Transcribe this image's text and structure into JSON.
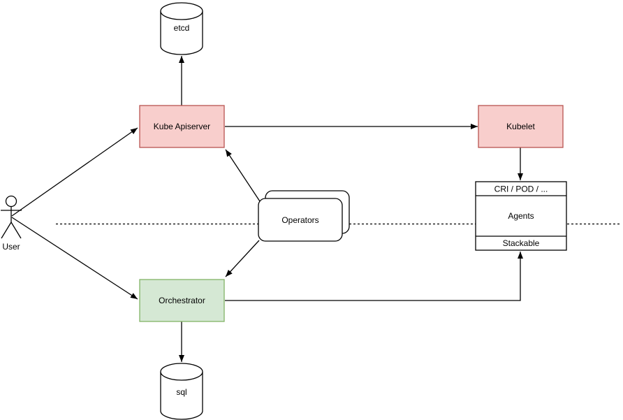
{
  "diagram": {
    "kind": "architecture-flow-diagram",
    "nodes": {
      "etcd": {
        "label": "etcd",
        "shape": "database-cylinder",
        "fill": "#ffffff",
        "stroke": "#000000"
      },
      "kube_apiserver": {
        "label": "Kube Apiserver",
        "shape": "rectangle",
        "fill": "#f8cecc",
        "stroke": "#b85450"
      },
      "kubelet": {
        "label": "Kubelet",
        "shape": "rectangle",
        "fill": "#f8cecc",
        "stroke": "#b85450"
      },
      "agents": {
        "header": "CRI / POD / ...",
        "body": "Agents",
        "footer": "Stackable",
        "shape": "three-section-box",
        "fill": "#ffffff",
        "stroke": "#000000"
      },
      "operators": {
        "label": "Operators",
        "shape": "stacked-rounded-rectangles",
        "fill": "#ffffff",
        "stroke": "#000000"
      },
      "orchestrator": {
        "label": "Orchestrator",
        "shape": "rectangle",
        "fill": "#d5e8d4",
        "stroke": "#82b366"
      },
      "sql": {
        "label": "sql",
        "shape": "database-cylinder",
        "fill": "#ffffff",
        "stroke": "#000000"
      },
      "user": {
        "label": "User",
        "shape": "actor-stick-figure",
        "fill": "#ffffff",
        "stroke": "#000000"
      }
    },
    "edges": [
      {
        "from": "user",
        "to": "kube_apiserver",
        "style": "solid-arrow"
      },
      {
        "from": "user",
        "to": "orchestrator",
        "style": "solid-arrow"
      },
      {
        "from": "kube_apiserver",
        "to": "etcd",
        "style": "solid-arrow"
      },
      {
        "from": "kube_apiserver",
        "to": "kubelet",
        "style": "solid-arrow"
      },
      {
        "from": "operators",
        "to": "kube_apiserver",
        "style": "solid-arrow"
      },
      {
        "from": "operators",
        "to": "orchestrator",
        "style": "solid-arrow"
      },
      {
        "from": "kubelet",
        "to": "agents",
        "style": "solid-arrow"
      },
      {
        "from": "orchestrator",
        "to": "sql",
        "style": "solid-arrow"
      },
      {
        "from": "orchestrator",
        "to": "agents.stackable",
        "style": "solid-arrow-elbow"
      }
    ],
    "separator": {
      "style": "dashed-horizontal-line",
      "color": "#000000"
    },
    "colors": {
      "red_fill": "#f8cecc",
      "red_stroke": "#b85450",
      "green_fill": "#d5e8d4",
      "green_stroke": "#82b366",
      "plain_fill": "#ffffff",
      "line": "#000000",
      "background": "#ffffff"
    }
  }
}
